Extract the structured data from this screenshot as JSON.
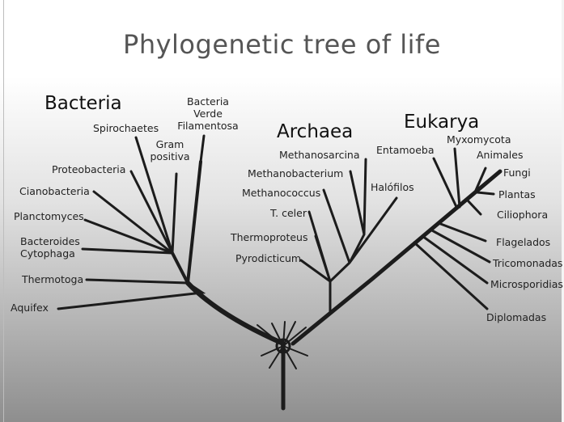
{
  "title": "Phylogenetic tree of life",
  "groups": {
    "bacteria": "Bacteria",
    "archaea": "Archaea",
    "eukarya": "Eukarya"
  },
  "taxa": {
    "spirochaetes": "Spirochaetes",
    "bacteria_verde_1": "Bacteria",
    "bacteria_verde_2": "Verde",
    "bacteria_verde_3": "Filamentosa",
    "gram_1": "Gram",
    "gram_2": "positiva",
    "proteobacteria": "Proteobacteria",
    "cianobacteria": "Cianobacteria",
    "planctomyces": "Planctomyces",
    "bacteroides_1": "Bacteroides",
    "bacteroides_2": "Cytophaga",
    "thermotoga": "Thermotoga",
    "aquifex": "Aquifex",
    "methanosarcina": "Methanosarcina",
    "methanobacterium": "Methanobacterium",
    "methanococcus": "Methanococcus",
    "tceler": "T. celer",
    "thermoproteus": "Thermoproteus",
    "pyrodicticum": "Pyrodicticum",
    "halofilos": "Halófilos",
    "entamoeba": "Entamoeba",
    "myxomycota": "Myxomycota",
    "animales": "Animales",
    "fungi": "Fungi",
    "plantas": "Plantas",
    "ciliophora": "Ciliophora",
    "flagelados": "Flagelados",
    "tricomonadas": "Tricomonadas",
    "microsporidias": "Microsporidias",
    "diplomadas": "Diplomadas"
  },
  "colors": {
    "branch": "#1c1c1c",
    "title": "#555555"
  }
}
